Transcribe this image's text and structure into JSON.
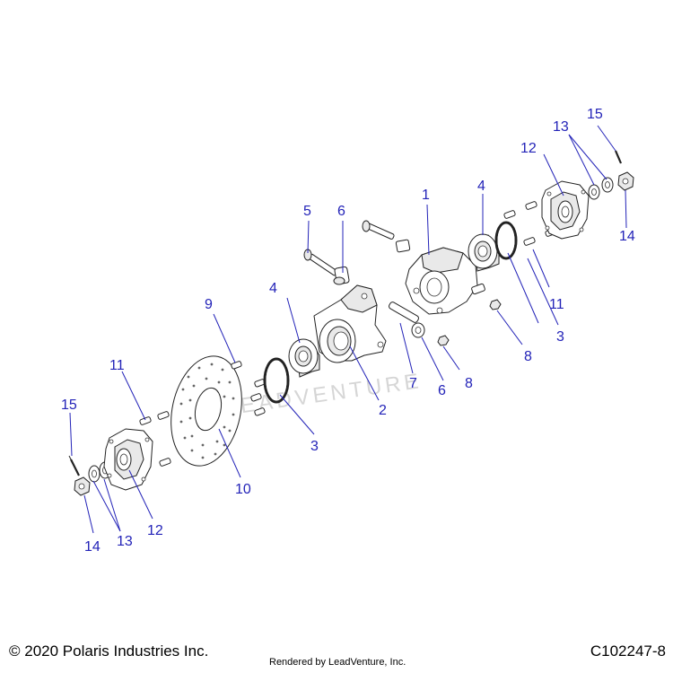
{
  "diagram": {
    "callouts": [
      "1",
      "2",
      "3",
      "3",
      "4",
      "4",
      "5",
      "6",
      "6",
      "7",
      "8",
      "8",
      "9",
      "10",
      "11",
      "11",
      "12",
      "12",
      "13",
      "13",
      "14",
      "14",
      "15",
      "15"
    ],
    "watermark": "LEADVENTURE"
  },
  "footer": {
    "copyright": "© 2020 Polaris Industries Inc.",
    "rendered_by": "Rendered by LeadVenture, Inc.",
    "drawing_number": "C102247-8"
  }
}
